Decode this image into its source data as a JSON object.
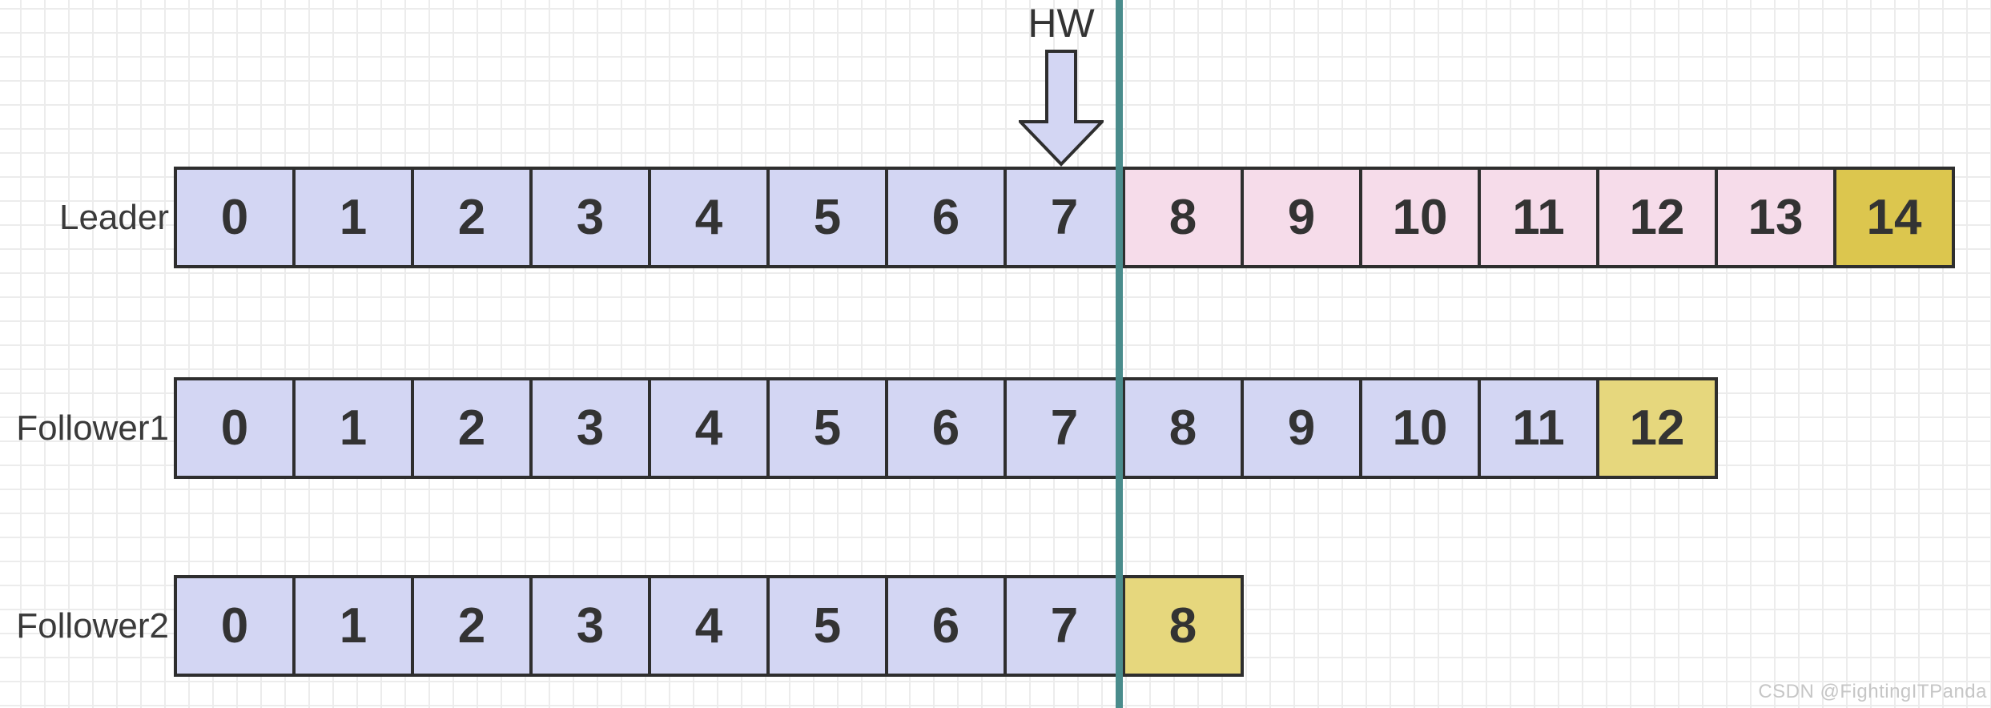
{
  "hw_marker": {
    "label": "HW"
  },
  "colors": {
    "committed": "#d3d6f3",
    "uncommitted": "#f6dcea",
    "leo_leader": "#dcc64e",
    "leo_follower": "#e6d77d",
    "border": "#2e2e2e",
    "hw_line": "#4a8c8c",
    "text": "#333333"
  },
  "rows": [
    {
      "label": "Leader",
      "cells": [
        {
          "value": "0",
          "type": "committed"
        },
        {
          "value": "1",
          "type": "committed"
        },
        {
          "value": "2",
          "type": "committed"
        },
        {
          "value": "3",
          "type": "committed"
        },
        {
          "value": "4",
          "type": "committed"
        },
        {
          "value": "5",
          "type": "committed"
        },
        {
          "value": "6",
          "type": "committed"
        },
        {
          "value": "7",
          "type": "committed"
        },
        {
          "value": "8",
          "type": "uncommitted"
        },
        {
          "value": "9",
          "type": "uncommitted"
        },
        {
          "value": "10",
          "type": "uncommitted"
        },
        {
          "value": "11",
          "type": "uncommitted"
        },
        {
          "value": "12",
          "type": "uncommitted"
        },
        {
          "value": "13",
          "type": "uncommitted"
        },
        {
          "value": "14",
          "type": "leo_leader"
        }
      ]
    },
    {
      "label": "Follower1",
      "cells": [
        {
          "value": "0",
          "type": "committed"
        },
        {
          "value": "1",
          "type": "committed"
        },
        {
          "value": "2",
          "type": "committed"
        },
        {
          "value": "3",
          "type": "committed"
        },
        {
          "value": "4",
          "type": "committed"
        },
        {
          "value": "5",
          "type": "committed"
        },
        {
          "value": "6",
          "type": "committed"
        },
        {
          "value": "7",
          "type": "committed"
        },
        {
          "value": "8",
          "type": "committed"
        },
        {
          "value": "9",
          "type": "committed"
        },
        {
          "value": "10",
          "type": "committed"
        },
        {
          "value": "11",
          "type": "committed"
        },
        {
          "value": "12",
          "type": "leo_follower"
        }
      ]
    },
    {
      "label": "Follower2",
      "cells": [
        {
          "value": "0",
          "type": "committed"
        },
        {
          "value": "1",
          "type": "committed"
        },
        {
          "value": "2",
          "type": "committed"
        },
        {
          "value": "3",
          "type": "committed"
        },
        {
          "value": "4",
          "type": "committed"
        },
        {
          "value": "5",
          "type": "committed"
        },
        {
          "value": "6",
          "type": "committed"
        },
        {
          "value": "7",
          "type": "committed"
        },
        {
          "value": "8",
          "type": "leo_follower"
        }
      ]
    }
  ],
  "watermark": "CSDN @FightingITPanda"
}
